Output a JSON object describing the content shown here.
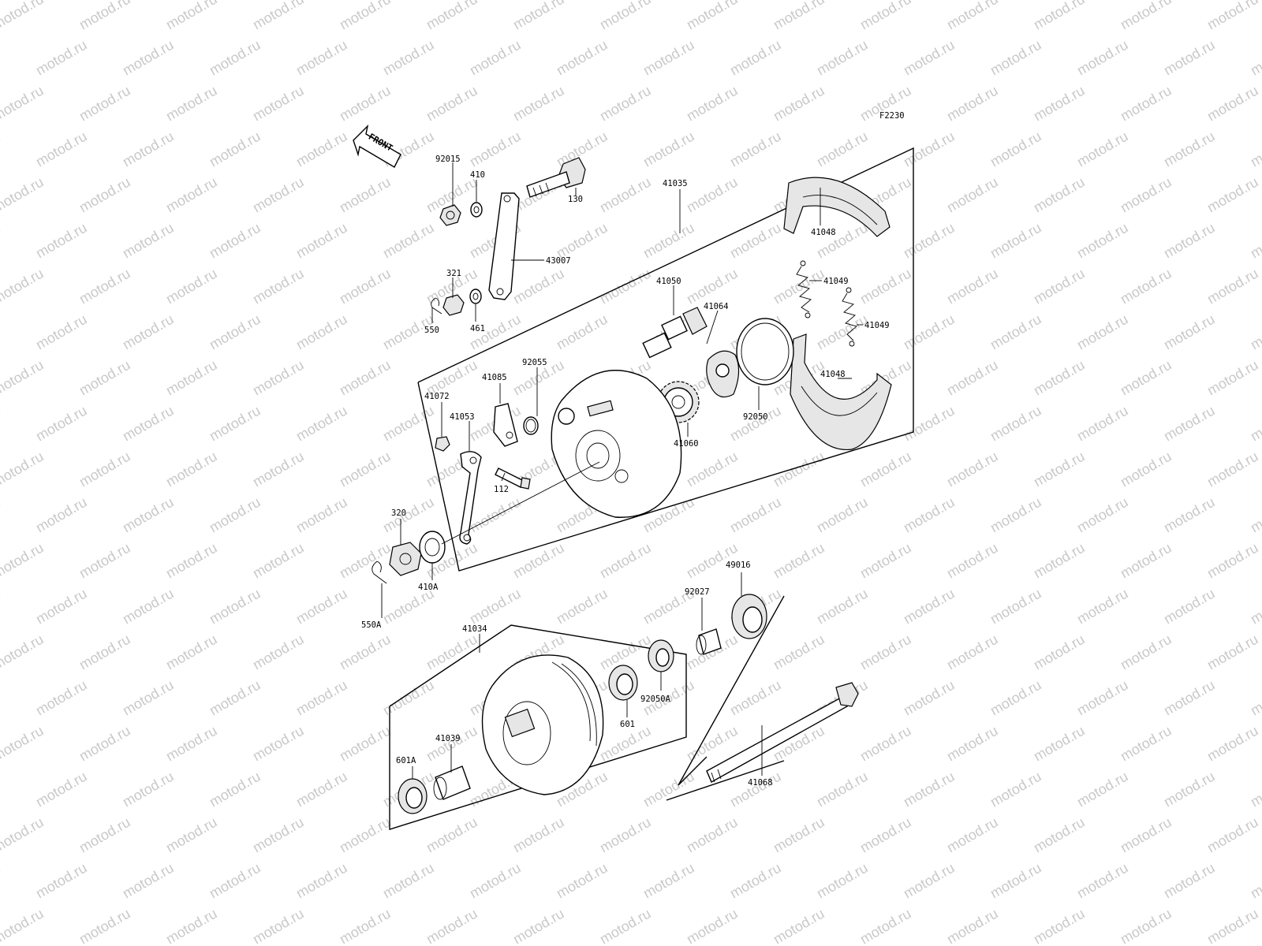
{
  "diagram": {
    "code": "F2230",
    "front_label": "FRONT",
    "watermark": "motod.ru",
    "callouts": [
      {
        "id": "92015",
        "text": "92015"
      },
      {
        "id": "410",
        "text": "410"
      },
      {
        "id": "130",
        "text": "130"
      },
      {
        "id": "41035",
        "text": "41035"
      },
      {
        "id": "41048a",
        "text": "41048"
      },
      {
        "id": "43007",
        "text": "43007"
      },
      {
        "id": "321",
        "text": "321"
      },
      {
        "id": "41049a",
        "text": "41049"
      },
      {
        "id": "41050",
        "text": "41050"
      },
      {
        "id": "41064",
        "text": "41064"
      },
      {
        "id": "41049b",
        "text": "41049"
      },
      {
        "id": "550",
        "text": "550"
      },
      {
        "id": "461",
        "text": "461"
      },
      {
        "id": "92055",
        "text": "92055"
      },
      {
        "id": "41085",
        "text": "41085"
      },
      {
        "id": "41048b",
        "text": "41048"
      },
      {
        "id": "41072",
        "text": "41072"
      },
      {
        "id": "41053",
        "text": "41053"
      },
      {
        "id": "92050",
        "text": "92050"
      },
      {
        "id": "41060",
        "text": "41060"
      },
      {
        "id": "112",
        "text": "112"
      },
      {
        "id": "320",
        "text": "320"
      },
      {
        "id": "410A",
        "text": "410A"
      },
      {
        "id": "550A",
        "text": "550A"
      },
      {
        "id": "49016",
        "text": "49016"
      },
      {
        "id": "92027",
        "text": "92027"
      },
      {
        "id": "41034",
        "text": "41034"
      },
      {
        "id": "601",
        "text": "601"
      },
      {
        "id": "92050A",
        "text": "92050A"
      },
      {
        "id": "41039",
        "text": "41039"
      },
      {
        "id": "601A",
        "text": "601A"
      },
      {
        "id": "41068",
        "text": "41068"
      }
    ]
  }
}
